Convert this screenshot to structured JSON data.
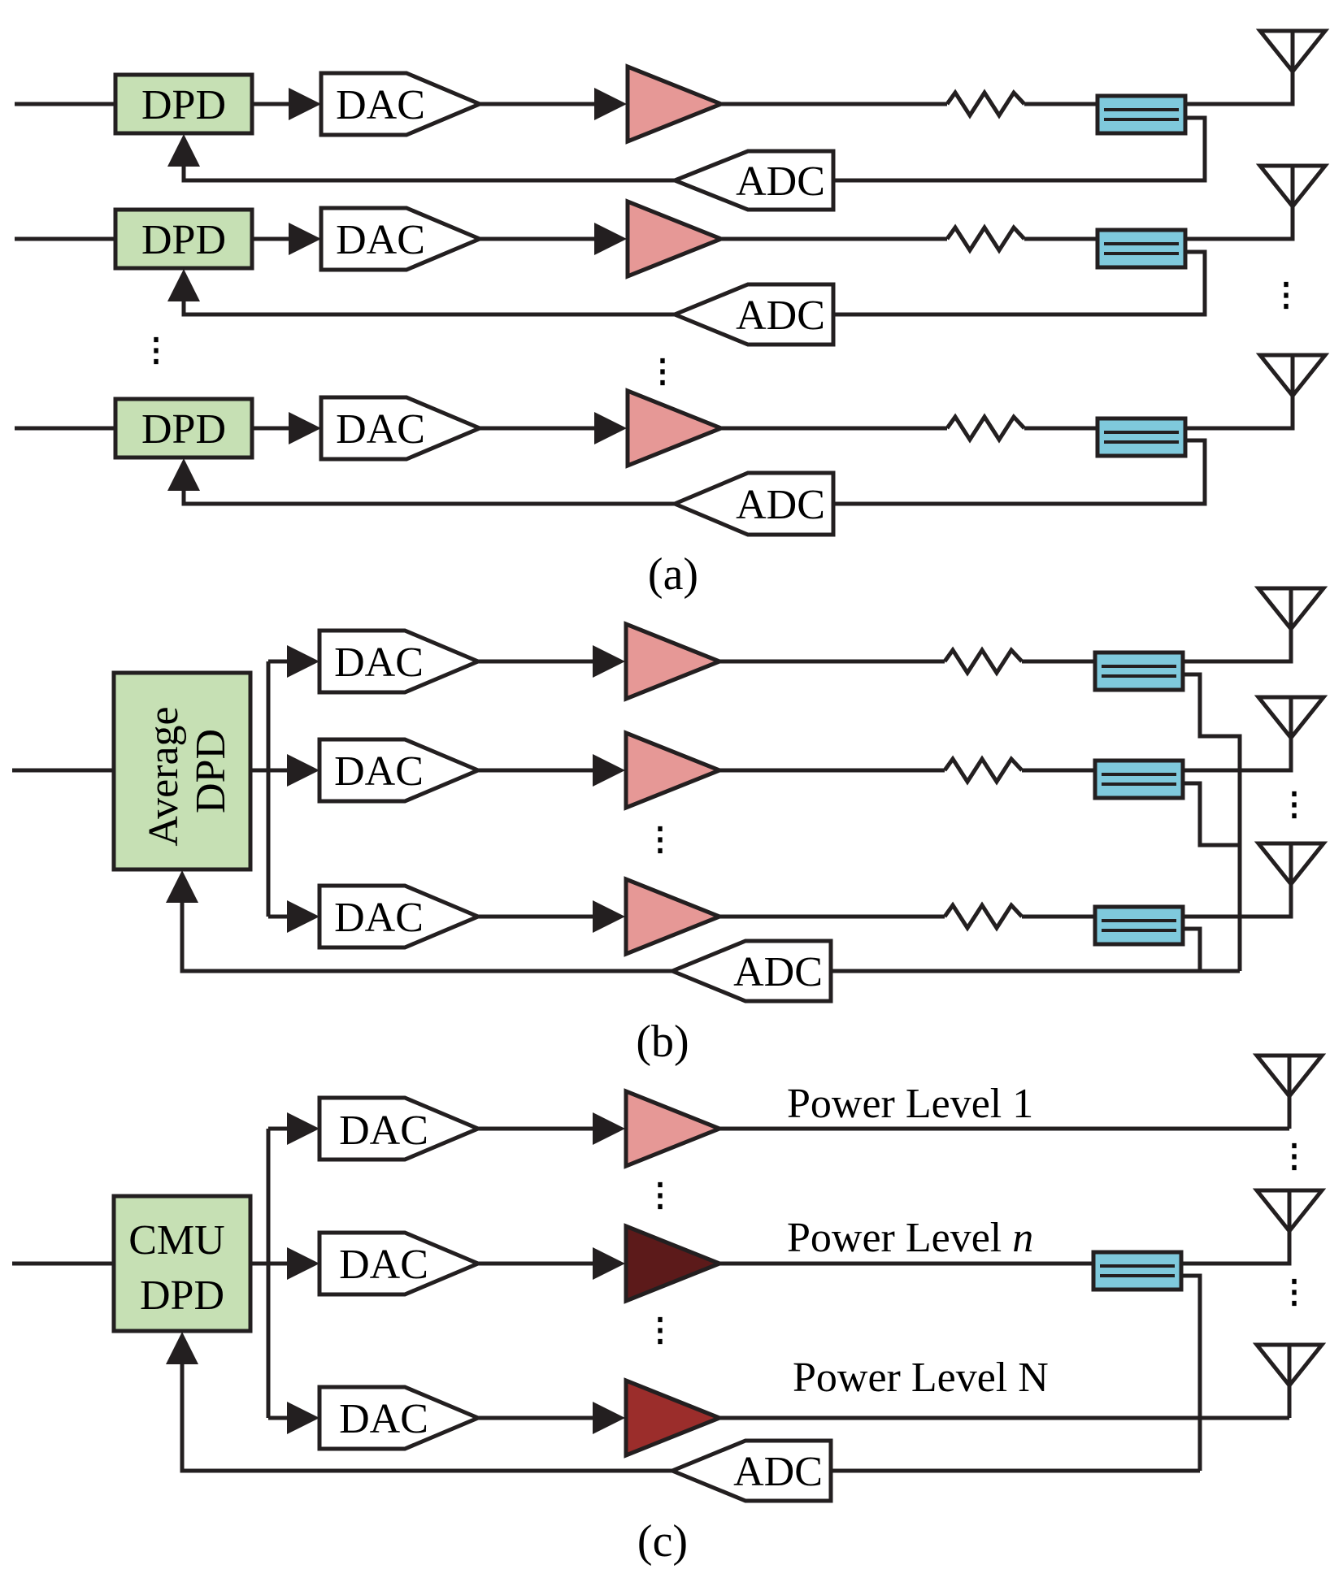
{
  "labels": {
    "dpd": "DPD",
    "dac": "DAC",
    "adc": "ADC",
    "average_dpd_line1": "Average",
    "average_dpd_line2": "DPD",
    "cmu_dpd_line1": "CMU",
    "cmu_dpd_line2": "DPD",
    "power_level_1": "Power Level 1",
    "power_level_n_prefix": "Power Level ",
    "power_level_n_var": "n",
    "power_level_N": "Power Level N",
    "ellipsis": "⋮"
  },
  "captions": {
    "a": "(a)",
    "b": "(b)",
    "c": "(c)"
  },
  "colors": {
    "dpd_fill": "#c6e0b4",
    "pa_fill": "#e69896",
    "pa_fill_level_n": "#5c1a1a",
    "pa_fill_level_N": "#9b2d2b",
    "coupler_fill": "#7fc9dc",
    "line": "#231f20"
  }
}
